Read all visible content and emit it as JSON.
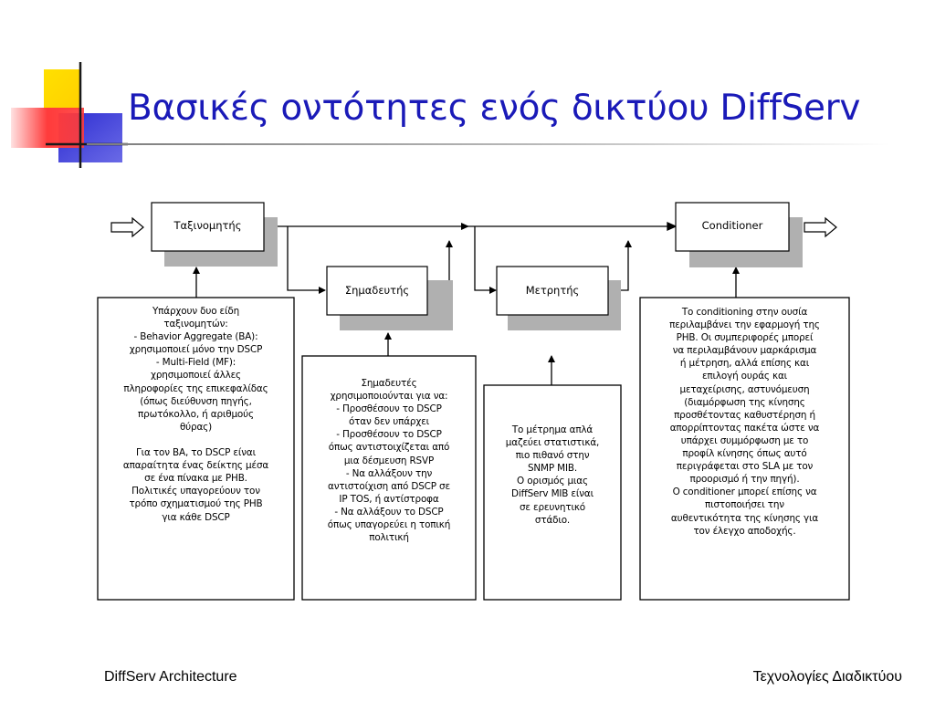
{
  "slide": {
    "title": "Βασικές οντότητες ενός δικτύου DiffServ"
  },
  "diagram": {
    "boxes": {
      "classifier": "Ταξινομητής",
      "marker": "Σημαδευτής",
      "meter": "Μετρητής",
      "conditioner": "Conditioner"
    },
    "notes": {
      "classifier": "Υπάρχουν δυο είδη\nταξινομητών:\n- Behavior Aggregate (BA):\nχρησιμοποιεί μόνο την DSCP\n- Multi-Field (MF):\nχρησιμοποιεί   άλλες\nπληροφορίες  της  επικεφαλίδας\n(όπως  διεύθυνση  πηγής,\nπρωτόκολλο,  ή  αριθμούς\nθύρας)\n\nΓια τον ΒΑ, το DSCP είναι\nαπαραίτητα ένας δείκτης μέσα\nσε ένα πίνακα με PHB.\nΠολιτικές υπαγορεύουν  τον\nτρόπο σχηματισμού της PHB\nγια κάθε DSCP",
      "marker": "Σημαδευτές\nχρησιμοποιούνται για να:\n- Προσθέσουν το DSCP\nόταν δεν υπάρχει\n- Προσθέσουν το DSCP\nόπως αντιστοιχίζεται από\nμια  δέσμευση  RSVP\n- Να αλλάξουν την\nαντιστοίχιση από DSCP σε\nIP TOS, ή αντίστροφα\n- Να αλλάξουν το DSCP\nόπως υπαγορεύει  η  τοπική\nπολιτική",
      "meter": "Το μέτρημα απλά\nμαζεύει στατιστικά,\nπιο πιθανό στην\nSNMP  MIB.\nΟ  ορισμός  μιας\nDiffServ MIB είναι\nσε  ερευνητικό\nστάδιο.",
      "conditioner": "Το conditioning  στην  ουσία\nπεριλαμβάνει  την  εφαρμογή  της\nPHB.  Οι  συμπεριφορές  μπορεί\nνα περιλαμβάνουν μαρκάρισμα\nή μέτρηση,  αλλά επίσης και\nεπιλογή  ουράς  και\nμεταχείρισης,    αστυνόμευση\n(διαμόρφωση  της  κίνησης\nπροσθέτοντας καθυστέρηση  ή\nαπορρίπτοντας πακέτα ώστε να\nυπάρχει συμμόρφωση με το\nπροφίλ κίνησης όπως αυτό\nπεριγράφεται  στο SLA με τον\nπροορισμό ή την πηγή).\nΟ conditioner μπορεί επίσης να\nπιστοποιήσει  την\nαυθεντικότητα  της κίνησης για\nτον έλεγχο   αποδοχής."
    }
  },
  "footer": {
    "left": "DiffServ Architecture",
    "right": "Τεχνολογίες Διαδικτύου"
  },
  "colors": {
    "title": "#1a1ab8",
    "box_shadow": "#b0b0b0",
    "logo_yellow": "#ffd800",
    "logo_red": "#ff4040",
    "logo_blue": "#2f2fcf"
  }
}
